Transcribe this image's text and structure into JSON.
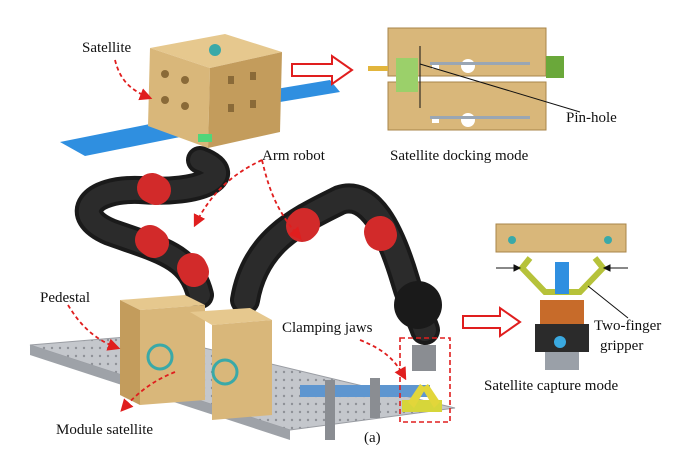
{
  "labels": {
    "satellite": "Satellite",
    "satellite_docking_mode": "Satellite docking mode",
    "pin_hole": "Pin-hole",
    "arm_robot": "Arm robot",
    "pedestal": "Pedestal",
    "clamping_jaws": "Clamping jaws",
    "two_finger": "Two-finger",
    "gripper": "gripper",
    "satellite_capture_mode": "Satellite capture mode",
    "module_satellite": "Module satellite",
    "panel_letter": "(a)"
  },
  "colors": {
    "gold": "#d9b77a",
    "gold_dark": "#a8844a",
    "solar_blue": "#2f8fe0",
    "arm_black": "#1a1a1a",
    "arm_red": "#d22a2a",
    "annotation_red": "#e01e1e",
    "pedestal_grey": "#b9bcc2",
    "gripper_green": "#b6c23a"
  },
  "icons": [
    "satellite-cube-icon",
    "robot-arm-icon",
    "gripper-icon",
    "arrow-right-icon"
  ]
}
